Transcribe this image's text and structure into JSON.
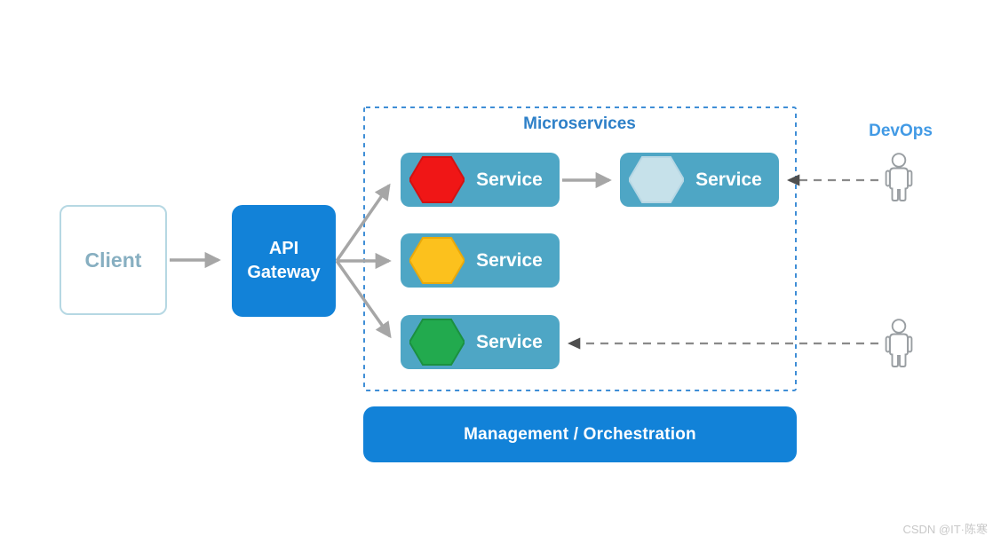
{
  "client": {
    "label": "Client"
  },
  "api_gateway": {
    "label": "API Gateway"
  },
  "microservices": {
    "title": "Microservices",
    "services": [
      {
        "label": "Service",
        "hex_fill": "#f01616",
        "hex_name": "red-hexagon"
      },
      {
        "label": "Service",
        "hex_fill": "#c6e1ea",
        "hex_name": "lightblue-hexagon"
      },
      {
        "label": "Service",
        "hex_fill": "#fcc11d",
        "hex_name": "yellow-hexagon"
      },
      {
        "label": "Service",
        "hex_fill": "#22aa4e",
        "hex_name": "green-hexagon"
      }
    ]
  },
  "devops": {
    "label": "DevOps"
  },
  "management": {
    "label": "Management / Orchestration"
  },
  "watermark": "CSDN @IT·陈寒",
  "colors": {
    "azure_blue": "#1282d8",
    "service_teal": "#4ea6c5",
    "dashed_box_blue": "#3f8ed6",
    "microservices_title_blue": "#2e80c8",
    "devops_label_blue": "#429ae5",
    "client_border": "#b6d8e3",
    "client_text": "#87afc1",
    "solid_arrow_gray": "#a6a6a6",
    "dashed_arrow_gray": "#8a8a8a",
    "arrowhead_dark": "#4f4f4f",
    "person_outline": "#999ea2"
  }
}
